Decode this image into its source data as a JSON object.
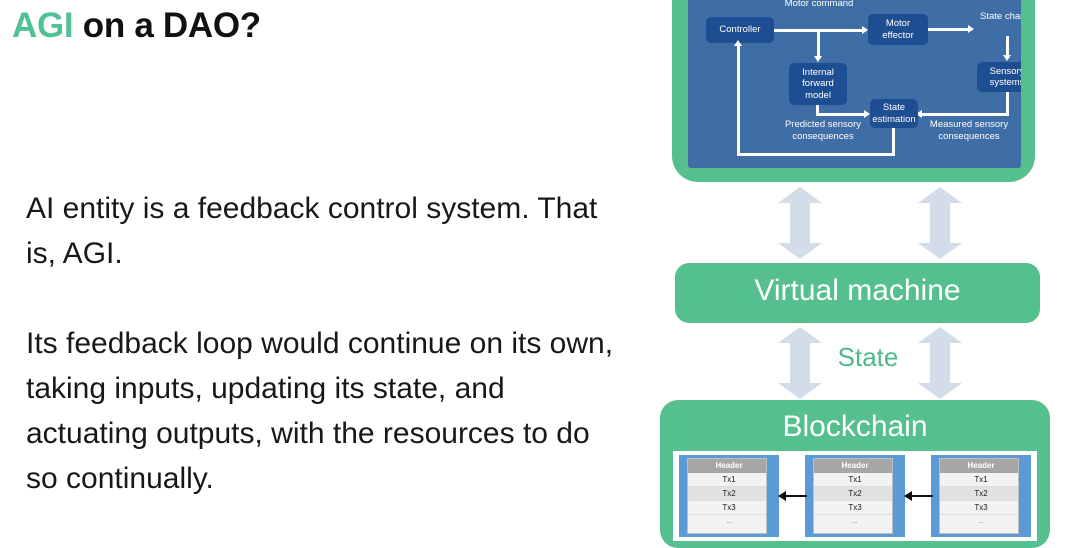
{
  "slide": {
    "title_accent": "AGI",
    "title_rest": " on a DAO?",
    "paragraphs": [
      "AI entity is a feedback control system. That is, AGI.",
      "Its feedback loop would continue on its own, taking inputs, updating its state, and actuating outputs, with the resources to do so continually."
    ]
  },
  "colors": {
    "accent_green": "#4FC193",
    "box_green": "#55C08D",
    "diagram_blue_bg": "#3F6DA5",
    "diagram_node_blue": "#1D4E91",
    "pale_arrow": "#D3DCE9",
    "block_blue": "#5B9BD5",
    "block_header_gray": "#A6A6A6"
  },
  "control_diagram": {
    "nodes": [
      {
        "id": "controller",
        "label": "Controller"
      },
      {
        "id": "internal-forward-model",
        "label": "Internal forward model"
      },
      {
        "id": "motor-effector",
        "label": "Motor effector"
      },
      {
        "id": "sensory-systems",
        "label": "Sensory systems"
      },
      {
        "id": "state-estimation",
        "label": "State estimation"
      }
    ],
    "labels": [
      {
        "id": "motor-command",
        "label": "Motor command"
      },
      {
        "id": "state-change",
        "label": "State change"
      },
      {
        "id": "predicted-sensory-consequences",
        "label": "Predicted  sensory consequences"
      },
      {
        "id": "measured-sensory-consequences",
        "label": "Measured sensory consequences"
      }
    ]
  },
  "virtual_machine": {
    "label": "Virtual machine"
  },
  "state_link": {
    "label": "State"
  },
  "blockchain": {
    "label": "Blockchain",
    "blocks": [
      {
        "header": "Header",
        "rows": [
          "Tx1",
          "Tx2",
          "Tx3"
        ],
        "more": ".."
      },
      {
        "header": "Header",
        "rows": [
          "Tx1",
          "Tx2",
          "Tx3"
        ],
        "more": ".."
      },
      {
        "header": "Header",
        "rows": [
          "Tx1",
          "Tx2",
          "Tx3"
        ],
        "more": ".."
      }
    ]
  }
}
